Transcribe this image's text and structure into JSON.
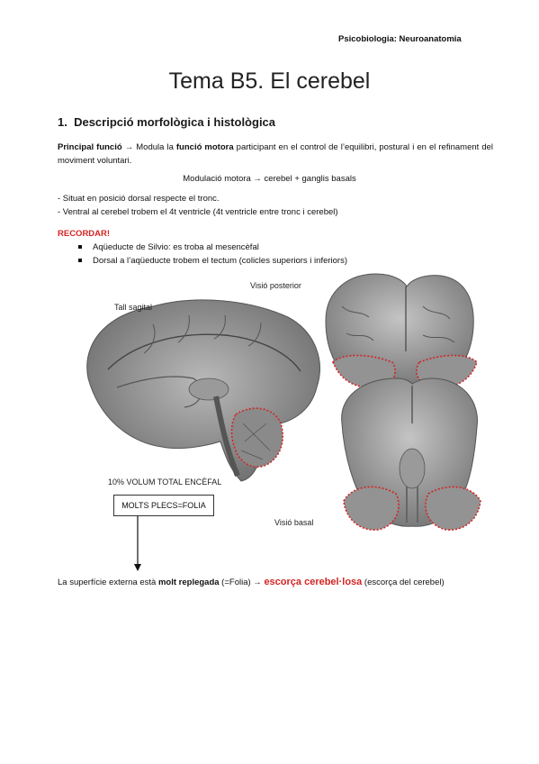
{
  "header": {
    "course": "Psicobiologia: Neuroanatomia"
  },
  "title": "Tema B5. El cerebel",
  "section": {
    "number": "1.",
    "title": "Descripció morfològica i histològica"
  },
  "principal": {
    "label": "Principal funció",
    "arrow": "→",
    "text1": " Modula la ",
    "bold": "funció motora",
    "text2": " participant en el control de l’equilibri, postural i en el refinament del moviment voluntari."
  },
  "modulacio": "Modulació motora → cerebel + ganglis basals",
  "points": [
    "- Situat en posició dorsal respecte el tronc.",
    "- Ventral al cerebel trobem el 4t ventricle (4t ventricle entre tronc i cerebel)"
  ],
  "recordar": {
    "label": "RECORDAR!",
    "items": [
      "Aqüeducte de Silvio: es troba al mesencèfal",
      "Dorsal a l’aqüeducte trobem el tectum (colicles superiors i inferiors)"
    ]
  },
  "figure": {
    "label_sagital": "Tall sagital",
    "label_posterior": "Visió posterior",
    "label_basal": "Visió basal",
    "volum": "10% VOLUM TOTAL ENCÈFAL",
    "box": "MOLTS PLECS=FOLIA",
    "highlight_color": "#d42424"
  },
  "bottom": {
    "t1": "La superfície externa està ",
    "b1": "molt replegada",
    "t2": " (=Folia) → ",
    "red": "escorça cerebel·losa",
    "t3": " (escorça del cerebel)"
  }
}
